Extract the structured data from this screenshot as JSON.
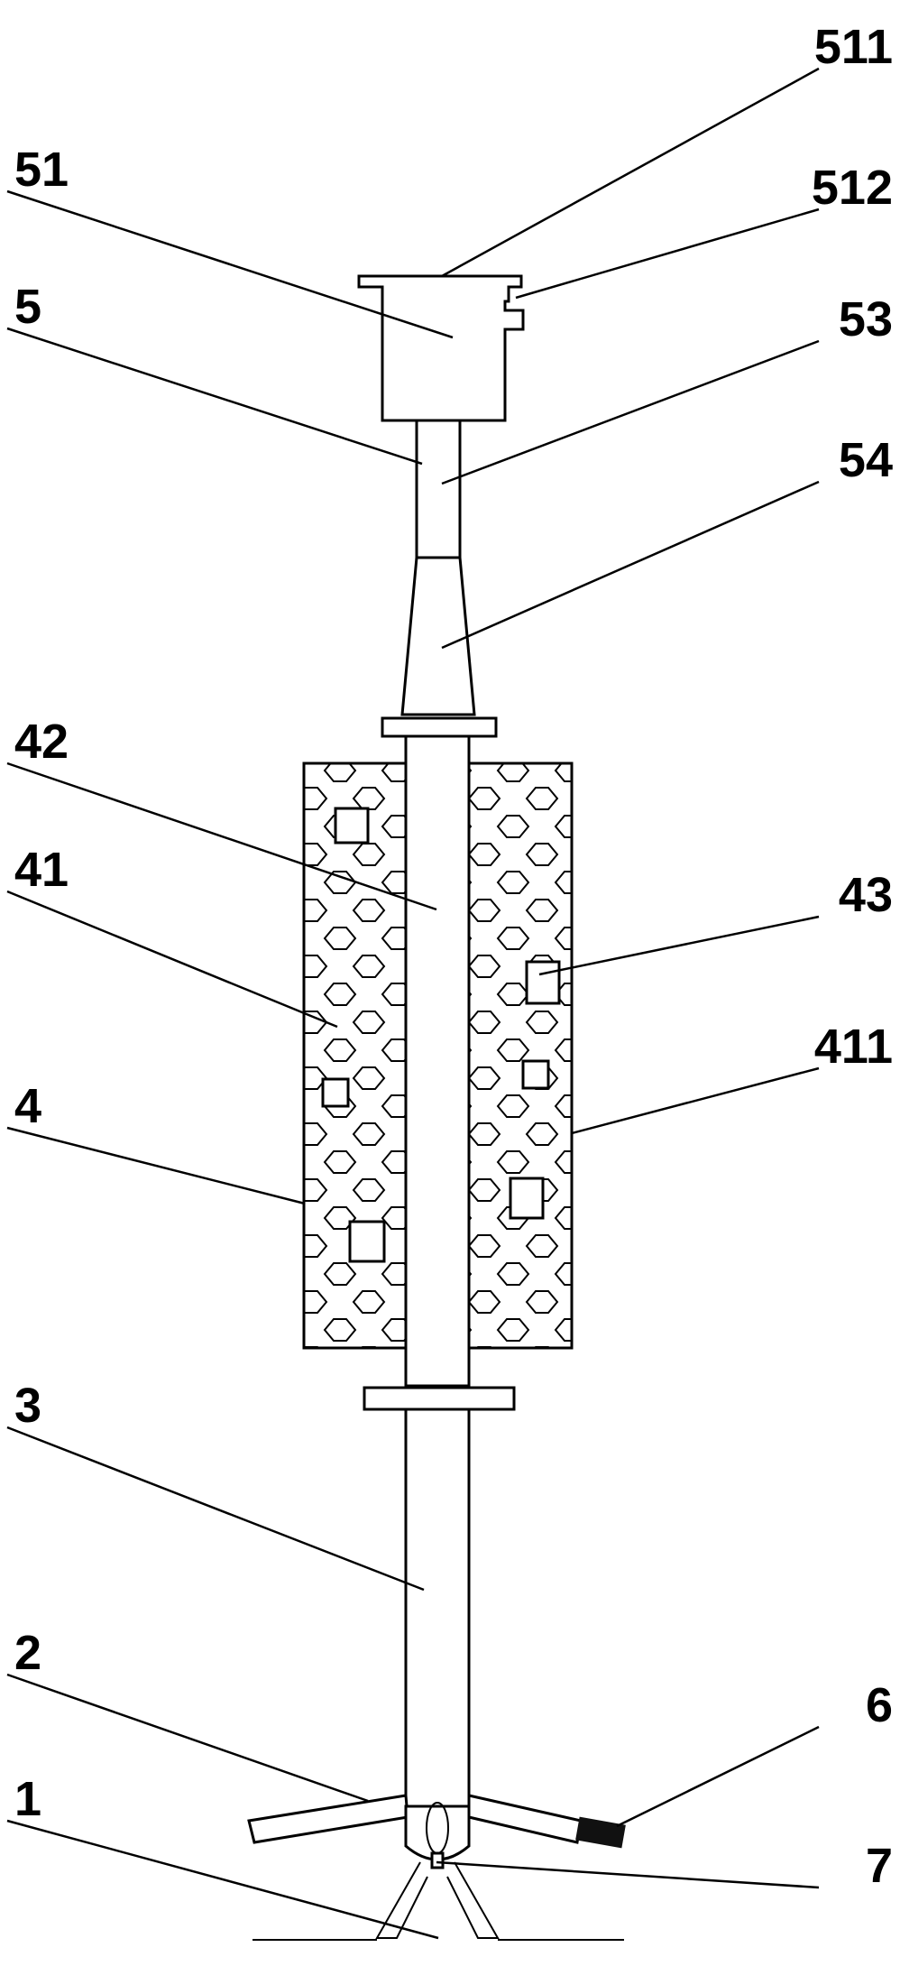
{
  "figure": {
    "labels": [
      {
        "id": "511",
        "text": "511"
      },
      {
        "id": "51",
        "text": "51"
      },
      {
        "id": "512",
        "text": "512"
      },
      {
        "id": "5",
        "text": "5"
      },
      {
        "id": "53",
        "text": "53"
      },
      {
        "id": "54",
        "text": "54"
      },
      {
        "id": "42",
        "text": "42"
      },
      {
        "id": "41",
        "text": "41"
      },
      {
        "id": "43",
        "text": "43"
      },
      {
        "id": "411",
        "text": "411"
      },
      {
        "id": "4",
        "text": "4"
      },
      {
        "id": "3",
        "text": "3"
      },
      {
        "id": "2",
        "text": "2"
      },
      {
        "id": "6",
        "text": "6"
      },
      {
        "id": "1",
        "text": "1"
      },
      {
        "id": "7",
        "text": "7"
      }
    ]
  }
}
